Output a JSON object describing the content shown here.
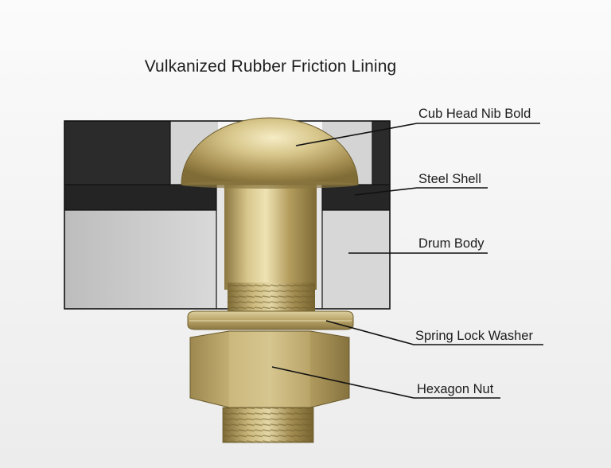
{
  "title": "Vulkanized Rubber Friction Lining",
  "labels": {
    "cub_head": "Cub Head Nib Bold",
    "steel_shell": "Steel Shell",
    "drum_body": "Drum Body",
    "spring_washer": "Spring Lock Washer",
    "hex_nut": "Hexagon Nut"
  },
  "colors": {
    "background": "#f4f4f4",
    "rubber_lining": "#2c2c2c",
    "steel_shell": "#2a2a2a",
    "drum_body": "#cdcdcd",
    "brass": "#b9a46a",
    "leader_line": "#111111"
  }
}
